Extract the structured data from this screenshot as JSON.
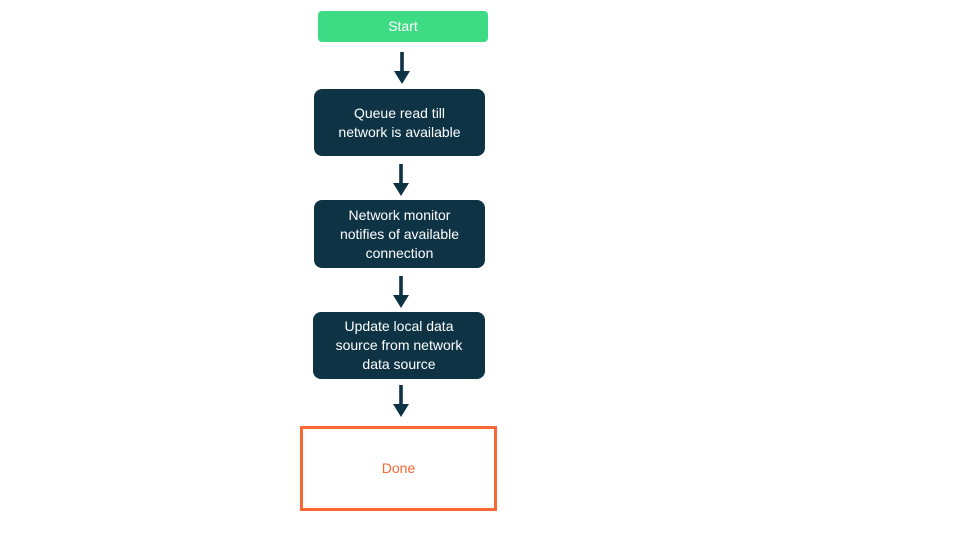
{
  "flowchart": {
    "colors": {
      "background": "#ffffff",
      "start_fill": "#3ddc84",
      "process_fill": "#0d3345",
      "node_text": "#ffffff",
      "arrow": "#0d3345",
      "done_border": "#f86734",
      "done_text": "#f86734"
    },
    "nodes": [
      {
        "id": "start",
        "type": "start",
        "label": "Start",
        "lines": [
          "Start"
        ]
      },
      {
        "id": "queue-read",
        "type": "process",
        "label": "Queue read till network is available",
        "lines": [
          "Queue read till",
          "network is available"
        ]
      },
      {
        "id": "network-monitor",
        "type": "process",
        "label": "Network monitor notifies of available connection",
        "lines": [
          "Network monitor",
          "notifies of available",
          "connection"
        ]
      },
      {
        "id": "update-local-data",
        "type": "process",
        "label": "Update local data source from network data source",
        "lines": [
          "Update local data",
          "source from network",
          "data source"
        ]
      },
      {
        "id": "done",
        "type": "end",
        "label": "Done",
        "lines": [
          "Done"
        ]
      }
    ]
  }
}
